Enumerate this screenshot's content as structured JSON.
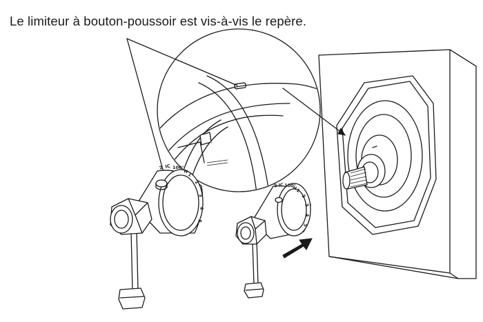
{
  "caption": "Le limiteur à bouton-poussoir est vis-à-vis le repère.",
  "dial_large": [
    "2",
    "IC",
    "100°",
    "H",
    "1",
    "2",
    "3",
    "4",
    "5"
  ],
  "dial_small": [
    "2",
    "IC",
    "100°",
    "H",
    "1",
    "2",
    "3",
    "4",
    "5"
  ],
  "icons": {
    "wall_plate": "square-wall-plate",
    "valve": "octagonal-valve-body",
    "handle_large": "lever-handle",
    "handle_small": "lever-handle",
    "arrow": "push-arrow"
  }
}
